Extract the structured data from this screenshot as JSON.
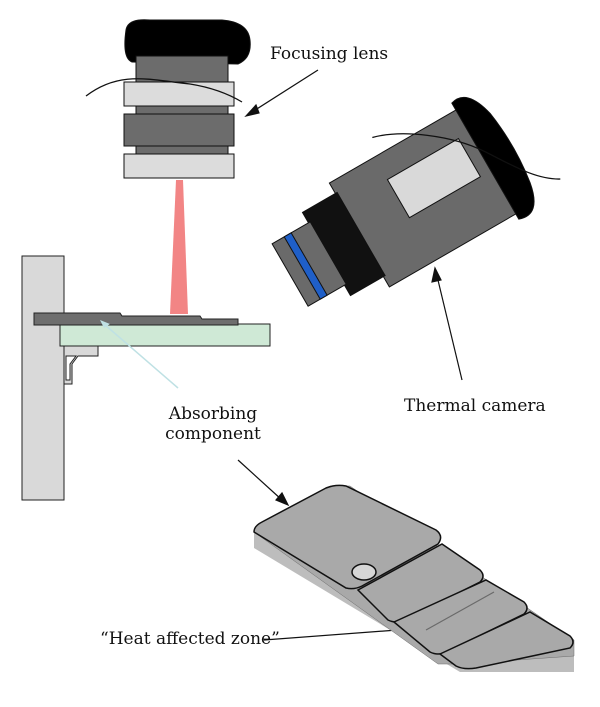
{
  "labels": {
    "focusing_lens": "Focusing lens",
    "thermal_camera": "Thermal camera",
    "absorbing_line1": "Absorbing",
    "absorbing_line2": "component",
    "heat_affected_zone": "“Heat affected zone”"
  },
  "colors": {
    "laser_beam": "#f28585",
    "absorbing_plate": "#cfe9d6",
    "wall": "#d9d9d9",
    "lens_dark": "#707070",
    "lens_light": "#dcdcdc",
    "camera_stripe": "#1f5fc8",
    "cap": "#000000"
  }
}
